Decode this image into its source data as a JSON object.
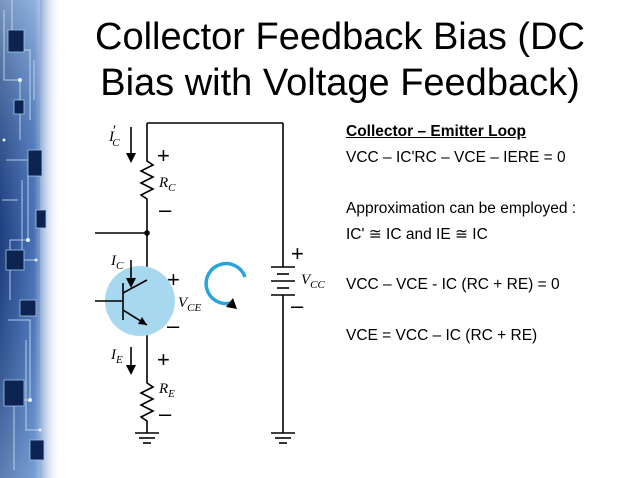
{
  "slide": {
    "title_lines": [
      "Collector Feedback Bias (DC",
      "Bias with Voltage Feedback)"
    ]
  },
  "loop_text": {
    "heading": "Collector – Emitter Loop",
    "eq1": "VCC – IC'RC –  VCE – IERE = 0",
    "approx_intro": "Approximation can be employed :",
    "approx": "IC' ≅ IC  and IE ≅ IC",
    "eq2": "VCC – VCE - IC (RC + RE)  = 0",
    "eq3": "VCE = VCC – IC (RC + RE)"
  },
  "circuit": {
    "labels": {
      "ic_prime": {
        "main": "I",
        "sub": "C",
        "prime": "′"
      },
      "rc": {
        "main": "R",
        "sub": "C"
      },
      "ic": {
        "main": "I",
        "sub": "C"
      },
      "ie": {
        "main": "I",
        "sub": "E"
      },
      "re": {
        "main": "R",
        "sub": "E"
      },
      "vce": {
        "main": "V",
        "sub": "CE"
      },
      "vcc": {
        "main": "V",
        "sub": "CC"
      }
    },
    "signs": {
      "plus": "+",
      "minus": "–"
    }
  },
  "colors": {
    "transistor_fill": "#a8d8f0",
    "loop_arrow": "#29a3dd",
    "band_base": "#1b3a78",
    "text": "#000000"
  },
  "icons": [
    "circuit-board-band",
    "loop-arrow-icon",
    "ground-icon",
    "battery-icon",
    "resistor-icon",
    "transistor-icon"
  ]
}
